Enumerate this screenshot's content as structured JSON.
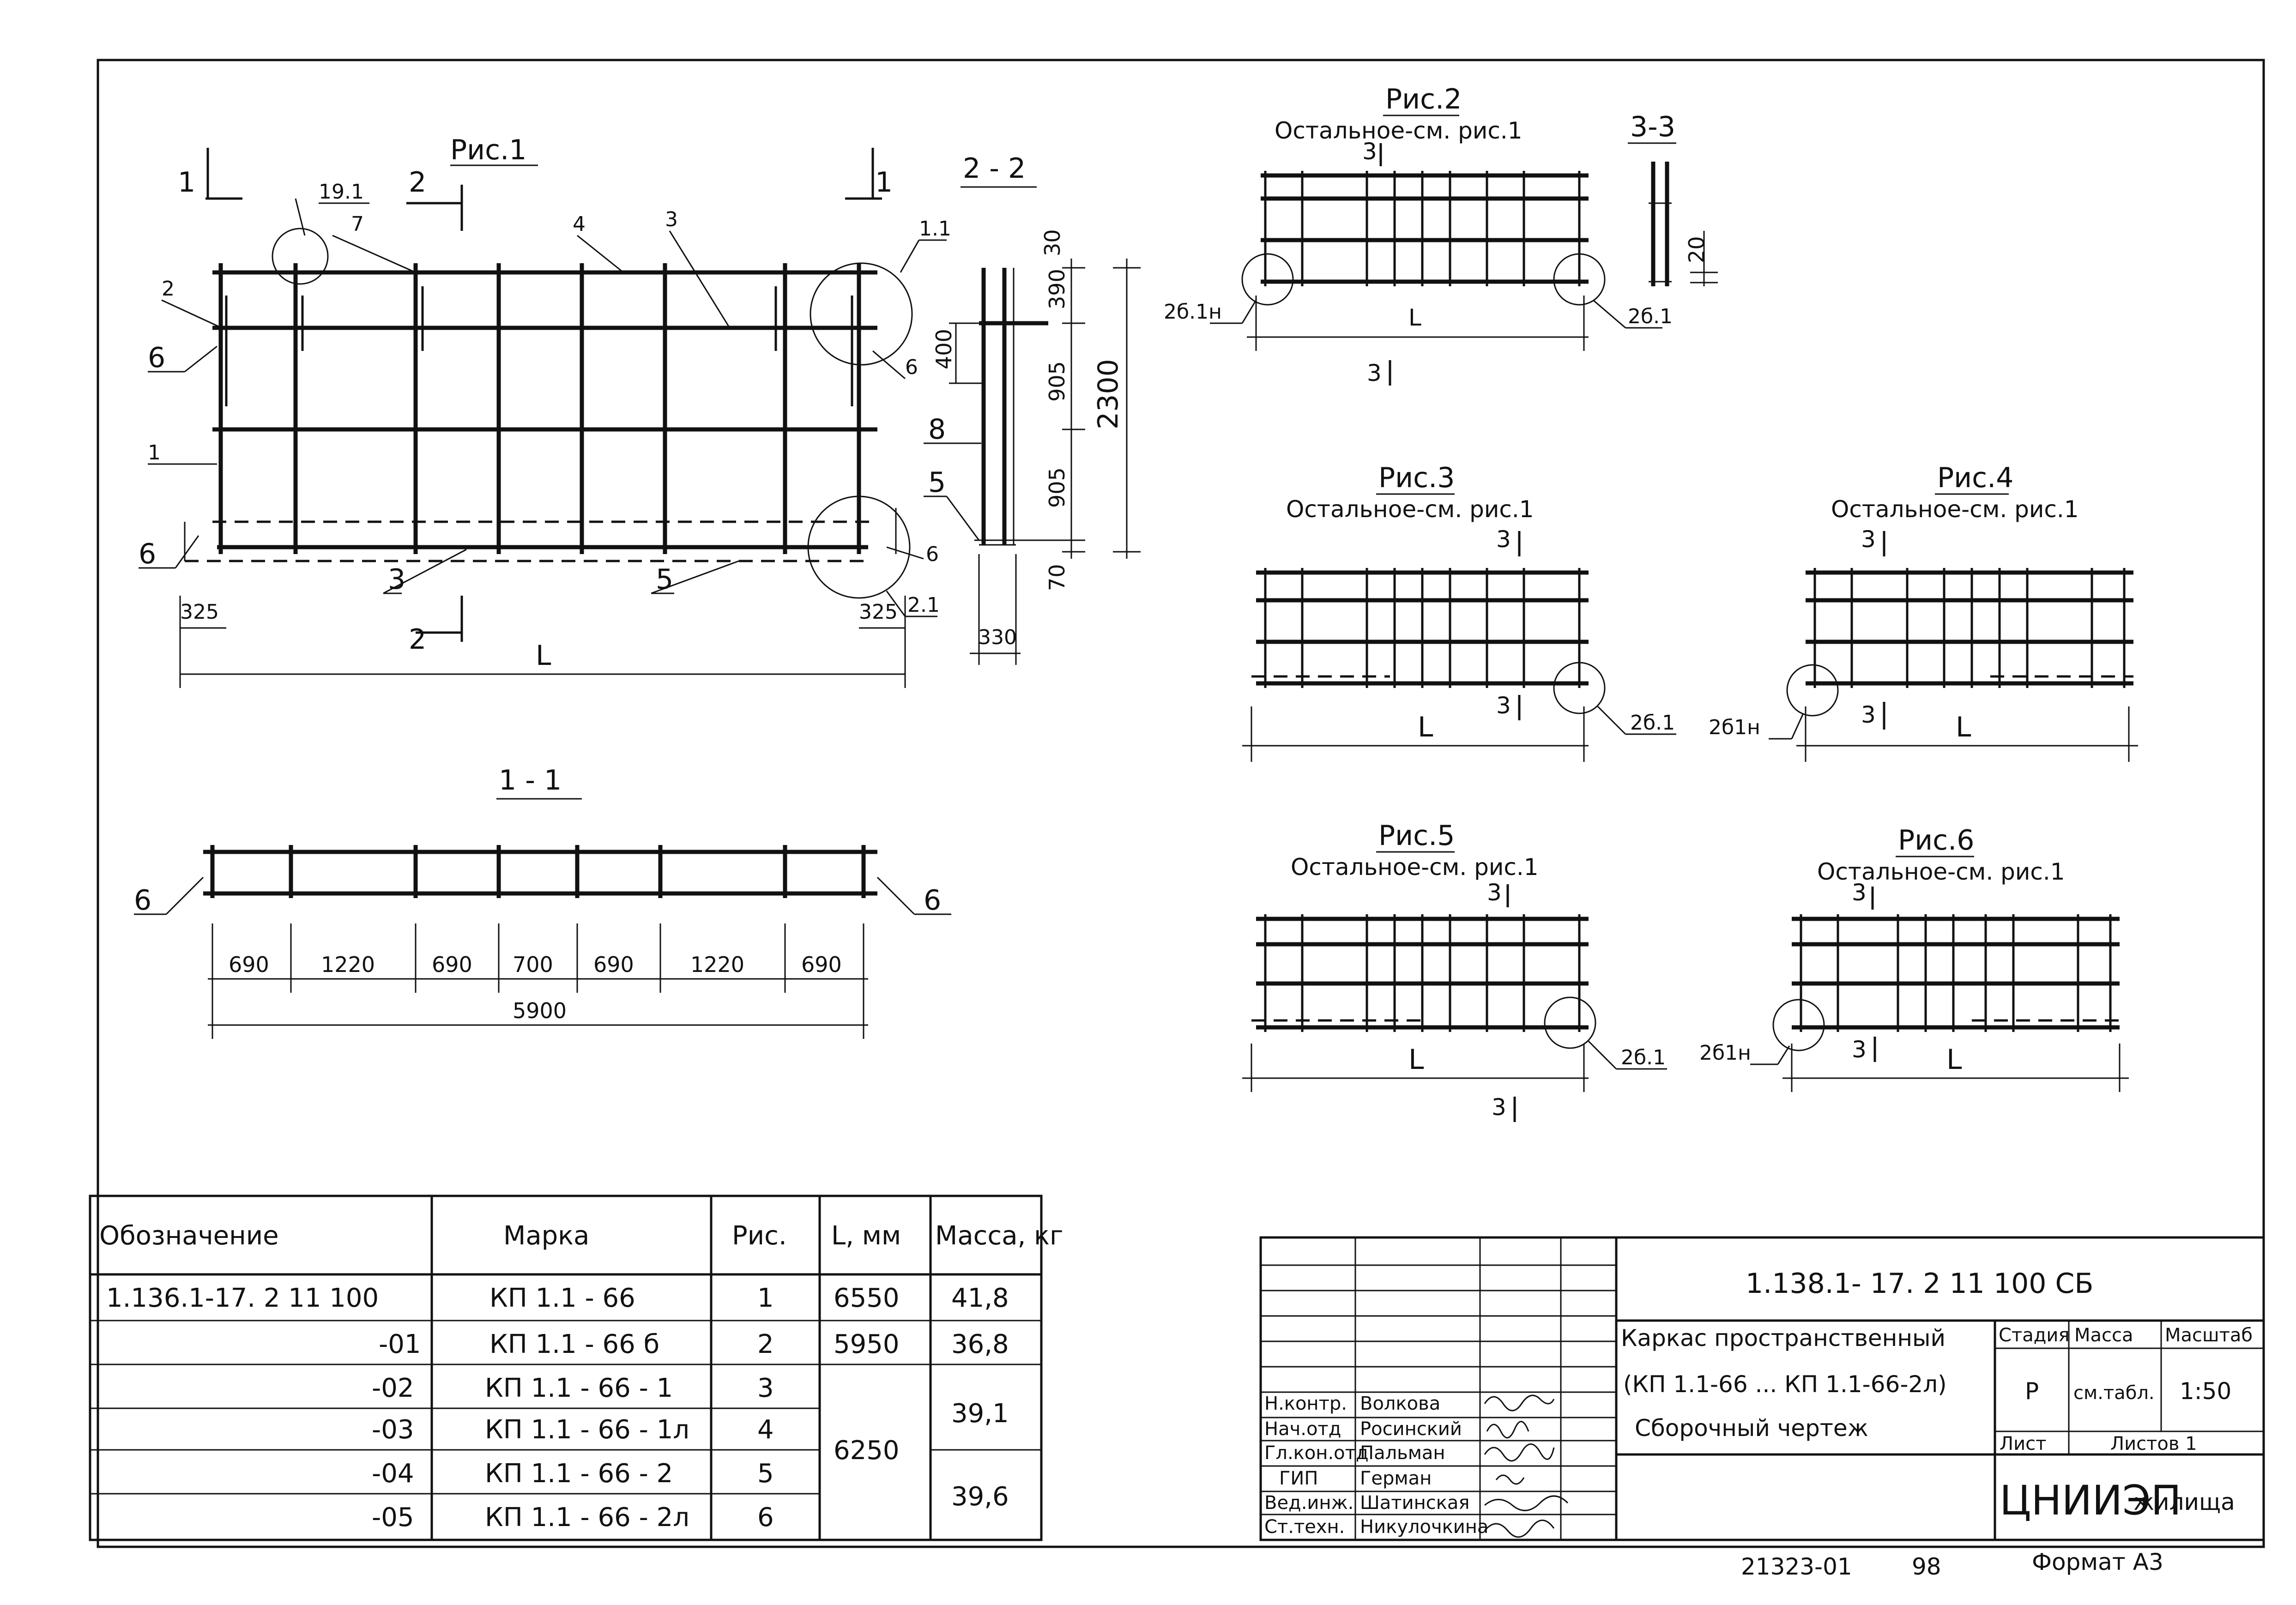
{
  "figures": {
    "fig1": {
      "title": "Рис.1",
      "section_1": "1",
      "section_2": "2",
      "callouts": [
        "19.1",
        "7",
        "4",
        "3",
        "2",
        "6",
        "1",
        "6",
        "3",
        "5",
        "1.1",
        "6",
        "6",
        "2.1"
      ],
      "dims": {
        "left_offset": "325",
        "right_offset": "325",
        "length": "L"
      }
    },
    "section22": {
      "title": "2 - 2",
      "dims_right": [
        "30",
        "390",
        "905",
        "905",
        "70"
      ],
      "dim_total": "2300",
      "dim_left": "400",
      "dim_bottom": "330",
      "callouts": [
        "8",
        "5"
      ]
    },
    "section11": {
      "title": "1 - 1",
      "callout_left": "6",
      "callout_right": "6",
      "spacings": [
        "690",
        "1220",
        "690",
        "700",
        "690",
        "1220",
        "690"
      ],
      "total": "5900"
    },
    "fig2": {
      "title": "Рис.2",
      "note": "Остальное-см. рис.1",
      "sec": "3",
      "len": "L",
      "call_left": "2б.1н",
      "call_right": "2б.1"
    },
    "section33": {
      "title": "3-3",
      "dim": "20"
    },
    "fig3": {
      "title": "Рис.3",
      "note": "Остальное-см. рис.1",
      "sec": "3",
      "len": "L",
      "call": "2б.1"
    },
    "fig4": {
      "title": "Рис.4",
      "note": "Остальное-см. рис.1",
      "sec": "3",
      "len": "L",
      "call": "2б1н"
    },
    "fig5": {
      "title": "Рис.5",
      "note": "Остальное-см. рис.1",
      "sec": "3",
      "len": "L",
      "call": "2б.1"
    },
    "fig6": {
      "title": "Рис.6",
      "note": "Остальное-см. рис.1",
      "sec": "3",
      "len": "L",
      "call": "2б1н"
    }
  },
  "spec_table": {
    "headers": [
      "Обозначение",
      "Марка",
      "Рис.",
      "L, мм",
      "Масса, кг"
    ],
    "rows": [
      {
        "code": "1.136.1-17. 2  11 100",
        "mark": "КП 1.1 - 66",
        "fig": "1",
        "L": "6550",
        "mass": "41,8"
      },
      {
        "code": "-01",
        "mark": "КП 1.1 - 66 б",
        "fig": "2",
        "L": "5950",
        "mass": "36,8"
      },
      {
        "code": "-02",
        "mark": "КП 1.1 - 66 - 1",
        "fig": "3",
        "L": "",
        "mass": ""
      },
      {
        "code": "-03",
        "mark": "КП 1.1 - 66 - 1л",
        "fig": "4",
        "L": "",
        "mass": ""
      },
      {
        "code": "-04",
        "mark": "КП 1.1 - 66 - 2",
        "fig": "5",
        "L": "",
        "mass": ""
      },
      {
        "code": "-05",
        "mark": "КП 1.1 - 66 - 2л",
        "fig": "6",
        "L": "",
        "mass": ""
      }
    ],
    "merged_L": "6250",
    "merged_mass_a": "39,1",
    "merged_mass_b": "39,6"
  },
  "title_block": {
    "doc_code": "1.138.1- 17. 2  11 100 СБ",
    "name_1": "Каркас пространственный",
    "name_2": "(КП 1.1-66 ... КП 1.1-66-2л)",
    "name_3": "Сборочный чертеж",
    "roles": [
      "Н.контр.",
      "Нач.отд",
      "Гл.кон.отд",
      "ГИП",
      "Вед.инж.",
      "Ст.техн."
    ],
    "names": [
      "Волкова",
      "Росинский",
      "Пальман",
      "Герман",
      "Шатинская",
      "Никулочкина"
    ],
    "col_stage": "Стадия",
    "col_mass": "Масса",
    "col_scale": "Масштаб",
    "stage": "Р",
    "mass": "см.табл.",
    "scale": "1:50",
    "sheet": "Лист",
    "sheets": "Листов 1",
    "org": "ЦНИИЭП",
    "org_suffix": "жилища"
  },
  "footer": {
    "number": "21323-01",
    "page": "98",
    "format": "Формат А3"
  }
}
